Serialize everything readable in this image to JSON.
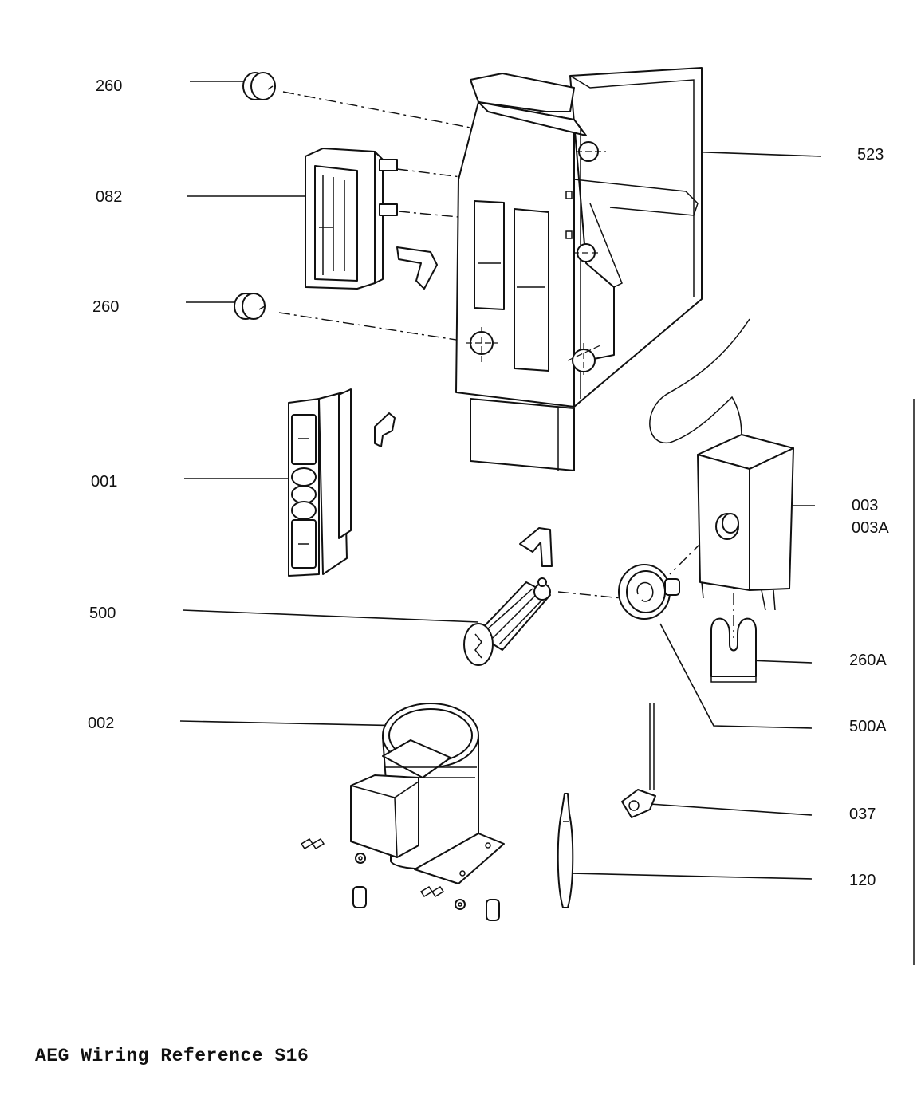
{
  "labels": {
    "l260_top": "260",
    "l082": "082",
    "l260_mid": "260",
    "l001": "001",
    "l500": "500",
    "l002": "002",
    "l523": "523",
    "l003": "003",
    "l003a": "003A",
    "l260a": "260A",
    "l500a": "500A",
    "l037": "037",
    "l120": "120"
  },
  "caption": "AEG Wiring Reference S16"
}
